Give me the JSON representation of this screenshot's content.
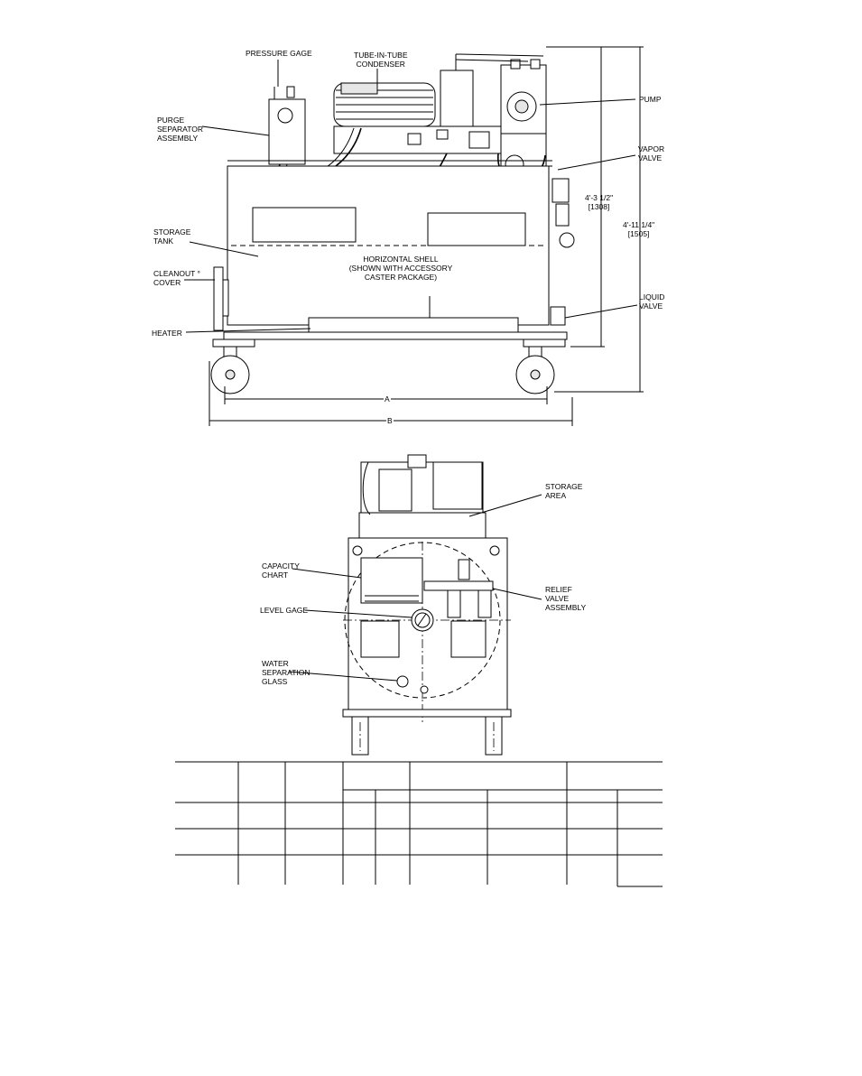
{
  "side_view": {
    "labels": {
      "pressure_gage": [
        "PRESSURE GAGE"
      ],
      "tube_condenser": [
        "TUBE-IN-TUBE",
        "CONDENSER"
      ],
      "purge_separator": [
        "PURGE",
        "SEPARATOR",
        "ASSEMBLY"
      ],
      "pump": [
        "PUMP"
      ],
      "vapor_valve": [
        "VAPOR",
        "VALVE"
      ],
      "storage_tank": [
        "STORAGE",
        "TANK"
      ],
      "horizontal_shell": [
        "HORIZONTAL SHELL",
        "(SHOWN WITH ACCESSORY",
        "CASTER PACKAGE)"
      ],
      "cleanout_cover": [
        "CLEANOUT °",
        "COVER"
      ],
      "liquid_valve": [
        "LIQUID",
        "VALVE"
      ],
      "heater": [
        "HEATER"
      ]
    },
    "dimensions": {
      "height_1": [
        "4'-3 1/2\"",
        "[1308]"
      ],
      "height_2": [
        "4'-11 1/4\"",
        "[1505]"
      ],
      "width_a": "A",
      "width_b": "B"
    }
  },
  "end_view": {
    "labels": {
      "storage_area": [
        "STORAGE",
        "AREA"
      ],
      "capacity_chart": [
        "CAPACITY",
        "CHART"
      ],
      "relief_valve": [
        "RELIEF",
        "VALVE",
        "ASSEMBLY"
      ],
      "level_gage": [
        "LEVEL GAGE"
      ],
      "water_separation": [
        "WATER",
        "SEPARATION",
        "GLASS"
      ]
    }
  }
}
